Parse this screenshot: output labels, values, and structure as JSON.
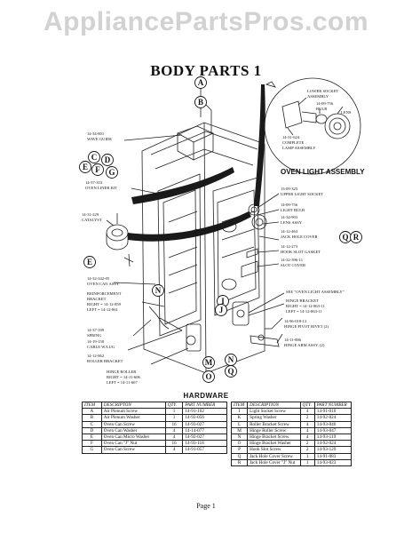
{
  "watermark": "AppliancePartsPros.com",
  "title": "BODY PARTS 1",
  "callouts": {
    "a": "A",
    "b": "B",
    "c": "C",
    "d": "D",
    "e_top": "E",
    "f": "F",
    "g": "G",
    "e_left": "E",
    "n_left": "N",
    "i": "I",
    "j": "J",
    "m": "M",
    "o": "O",
    "n_bottom": "N",
    "q": "Q",
    "r": "R"
  },
  "labels": {
    "wave_guide_num": "14-34-801",
    "wave_guide": "WAVE GUIDE",
    "liner_kit_num": "14-37-353",
    "liner_kit": "OVEN LINER KIT",
    "catalyst_num": "14-31-229",
    "catalyst": "CATALYST",
    "can_assy_num": "14-32-342-05",
    "can_assy": "OVEN CAN ASSY.",
    "reinf_1": "REINFORCEMENT",
    "reinf_2": "BRACKET",
    "reinf_3": "RIGHT = 14-12-859",
    "reinf_4": "LEFT    = 14-12-861",
    "spring_num": "14-37-189",
    "spring": "SPRING",
    "cable_num": "14-19-150",
    "cable": "CABLE W/LUG",
    "roller_br_num": "14-12-862",
    "roller_br": "ROLLER BRACKET",
    "hinge_roller_1": "HINGE ROLLER",
    "hinge_roller_2": "RIGHT = 14-11-606",
    "hinge_roller_3": "LEFT    = 14-11-607",
    "lower_socket_1": "LOWER SOCKET",
    "lower_socket_2": "ASSEMBLY",
    "bulb_num": "14-09-756",
    "bulb": "BULB",
    "lens": "LENS",
    "complete_num": "14-31-624",
    "complete_1": "COMPLETE",
    "complete_2": "LAMP ASSEMBLY",
    "oven_light_assembly": "OVEN LIGHT ASSEMBLY",
    "upper_socket_num": "13-09-325",
    "upper_socket": "UPPER LIGHT SOCKET",
    "light_bulb_num": "14-09-756",
    "light_bulb": "LIGHT BULB",
    "lens_assy_num": "14-34-903",
    "lens_assy": "LENS ASSY.",
    "jack_num": "14-12-463",
    "jack": "JACK HOLE COVER",
    "hook_num": "14-12-273",
    "hook": "HOOK SLOT GASKET",
    "slot_num": "14-32-396-11",
    "slot": "SLOT COVER",
    "see_ola": "SEE \"OVEN LIGHT ASSEMBLY\"",
    "hinge_br_1": "HINGE BRACKET",
    "hinge_br_2": "RIGHT = 14-12-863-11",
    "hinge_br_3": "LEFT    = 14-12-863-11",
    "pivot_num": "14-96-018-12",
    "pivot": "HINGE PIVOT RIVET (2)",
    "arm_num": "14-11-886",
    "arm": "HINGE ARM ASSY. (2)"
  },
  "hardware": {
    "title": "HARDWARE",
    "headers": {
      "item": "ITEM",
      "description": "DESCRIPTON",
      "qty": "QTY.",
      "part": "PART NUMBER",
      "description_right": "DESCRIPTION"
    },
    "left": [
      {
        "item": "A",
        "desc": "Air Plenum Screw",
        "qty": "1",
        "part": "14-91-102"
      },
      {
        "item": "B",
        "desc": "Air Plenum Washer",
        "qty": "1",
        "part": "14-92-056"
      },
      {
        "item": "C",
        "desc": "Oven Can Screw",
        "qty": "16",
        "part": "14-93-027"
      },
      {
        "item": "D",
        "desc": "Oven Can Washer",
        "qty": "4",
        "part": "14-14-077"
      },
      {
        "item": "E",
        "desc": "Oven Can Micro Washer",
        "qty": "4",
        "part": "14-92-027"
      },
      {
        "item": "F",
        "desc": "Oven Can \"J\" Nut",
        "qty": "16",
        "part": "14-93-118"
      },
      {
        "item": "G",
        "desc": "Oven Can Screw",
        "qty": "4",
        "part": "14-91-057"
      }
    ],
    "right": [
      {
        "item": "I",
        "desc": "Light Socket Screw",
        "qty": "4",
        "part": "14-91-010"
      },
      {
        "item": "K",
        "desc": "Spring Washer",
        "qty": "2",
        "part": "14-92-024"
      },
      {
        "item": "L",
        "desc": "Roller Bracket Screw",
        "qty": "4",
        "part": "14-93-046"
      },
      {
        "item": "M",
        "desc": "Hinge Roller Screw",
        "qty": "4",
        "part": "14-93-047"
      },
      {
        "item": "N",
        "desc": "Hinge Bracket Screw",
        "qty": "4",
        "part": "14-93-119"
      },
      {
        "item": "O",
        "desc": "Hinge Bracket Washer",
        "qty": "2",
        "part": "14-92-024"
      },
      {
        "item": "P",
        "desc": "Hook Slot Screw",
        "qty": "2",
        "part": "14-93-129"
      },
      {
        "item": "Q",
        "desc": "Jack Hole Cover Screw",
        "qty": "1",
        "part": "14-91-083"
      },
      {
        "item": "R",
        "desc": "Jack Hole Cover \"J\" Nut",
        "qty": "1",
        "part": "14-93-023"
      }
    ]
  },
  "page": "Page 1"
}
